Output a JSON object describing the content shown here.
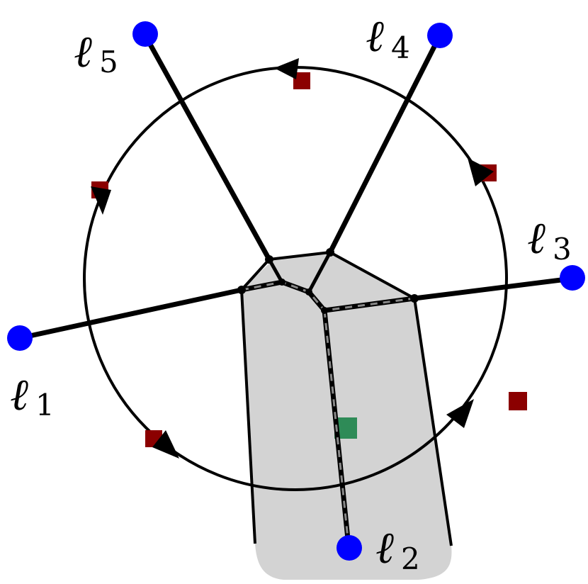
{
  "labels": {
    "l1": {
      "symbol": "ℓ",
      "sub": "1"
    },
    "l2": {
      "symbol": "ℓ",
      "sub": "2"
    },
    "l3": {
      "symbol": "ℓ",
      "sub": "3"
    },
    "l4": {
      "symbol": "ℓ",
      "sub": "4"
    },
    "l5": {
      "symbol": "ℓ",
      "sub": "5"
    }
  },
  "colors": {
    "endpoint": "#0000ff",
    "red_marker": "#8b0000",
    "green_marker": "#2e8b57",
    "region_fill": "#d3d3d3",
    "line": "#000000"
  }
}
